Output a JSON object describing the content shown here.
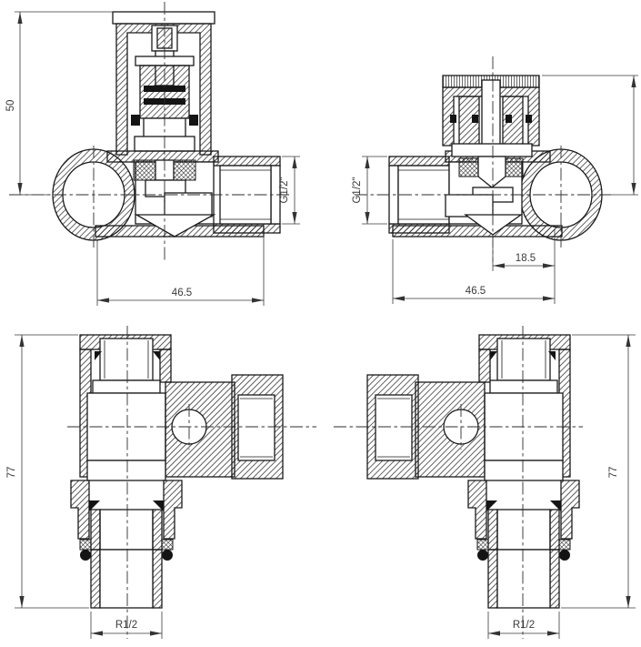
{
  "views": {
    "top_left": {
      "dim_height": "50",
      "dim_outlet": "G1/2\"",
      "dim_width": "46.5"
    },
    "top_right": {
      "dim_outlet": "G1/2\"",
      "dim_offset": "18.5",
      "dim_width": "46.5"
    },
    "bottom_left": {
      "dim_height": "77",
      "dim_thread": "R1/2"
    },
    "bottom_right": {
      "dim_height": "77",
      "dim_thread": "R1/2"
    }
  },
  "colors": {
    "background": "#ffffff",
    "line": "#1a1a1a",
    "dimension": "#3a3a3a"
  }
}
